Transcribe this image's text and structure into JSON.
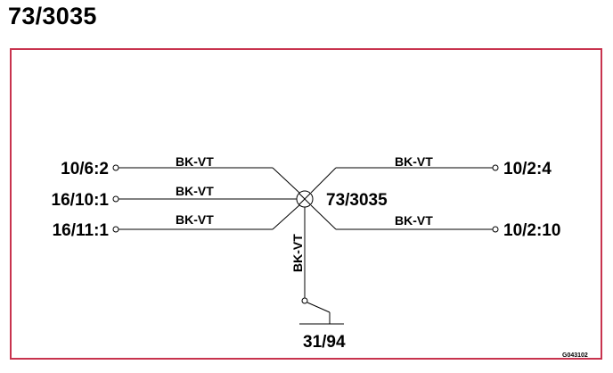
{
  "title": "73/3035",
  "diagram": {
    "frame_color": "#c8334e",
    "splice": {
      "label": "73/3035",
      "icon": "splice-crossed-circle-icon"
    },
    "left_terminals": [
      {
        "label": "10/6:2",
        "wire": "BK-VT"
      },
      {
        "label": "16/10:1",
        "wire": "BK-VT"
      },
      {
        "label": "16/11:1",
        "wire": "BK-VT"
      }
    ],
    "right_terminals": [
      {
        "label": "10/2:4",
        "wire": "BK-VT"
      },
      {
        "label": "10/2:10",
        "wire": "BK-VT"
      }
    ],
    "ground": {
      "label": "31/94",
      "wire": "BK-VT",
      "icon": "ground-icon"
    },
    "drawing_code": "G043102"
  }
}
